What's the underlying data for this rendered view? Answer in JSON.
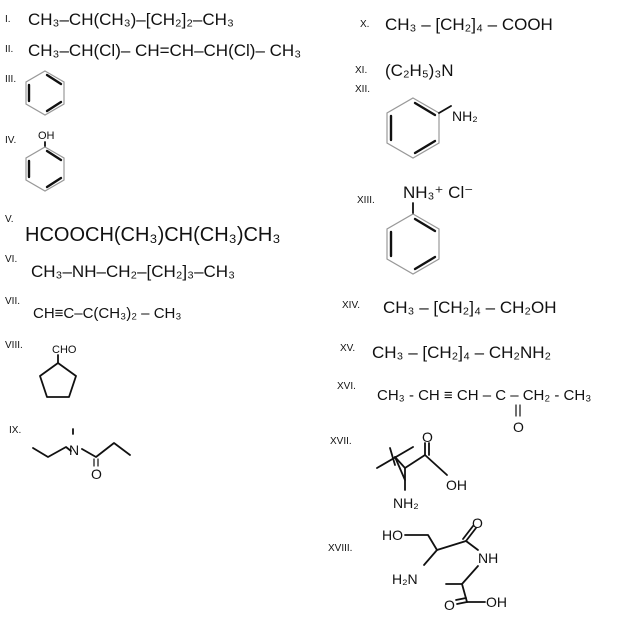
{
  "compounds": [
    {
      "label": "I.",
      "formula": "CH₃–CH(CH₃)–[CH₂]₂–CH₃"
    },
    {
      "label": "II.",
      "formula": "CH₃–CH(Cl)– CH=CH–CH(Cl)– CH₃"
    },
    {
      "label": "III."
    },
    {
      "label": "IV.",
      "atoms": [
        "OH"
      ]
    },
    {
      "label": "V.",
      "formula": "HCOOCH(CH₃)CH(CH₃)CH₃"
    },
    {
      "label": "VI.",
      "formula": "CH₃–NH–CH₂–[CH₂]₃–CH₃"
    },
    {
      "label": "VII.",
      "formula": "CH≡C–C(CH₃)₂ – CH₃"
    },
    {
      "label": "VIII.",
      "atoms": [
        "CHO"
      ]
    },
    {
      "label": "IX.",
      "atoms": [
        "N",
        "O"
      ]
    },
    {
      "label": "X.",
      "formula": "CH₃ – [CH₂]₄ – COOH"
    },
    {
      "label": "XI.",
      "formula": "(C₂H₅)₃N"
    },
    {
      "label": "XII.",
      "atoms": [
        "NH₂"
      ]
    },
    {
      "label": "XIII.",
      "atoms": [
        "NH₃⁺ Cl⁻"
      ]
    },
    {
      "label": "XIV.",
      "formula": "CH₃ – [CH₂]₄ – CH₂OH"
    },
    {
      "label": "XV.",
      "formula": "CH₃ – [CH₂]₄ – CH₂NH₂"
    },
    {
      "label": "XVI.",
      "formula": "CH₃ - CH ≡ CH – C – CH₂ - CH₃",
      "atoms": [
        "O"
      ]
    },
    {
      "label": "XVII.",
      "atoms": [
        "O",
        "OH",
        "NH₂"
      ]
    },
    {
      "label": "XVIII.",
      "atoms": [
        "HO",
        "O",
        "NH",
        "H₂N",
        "O",
        "OH"
      ]
    }
  ]
}
